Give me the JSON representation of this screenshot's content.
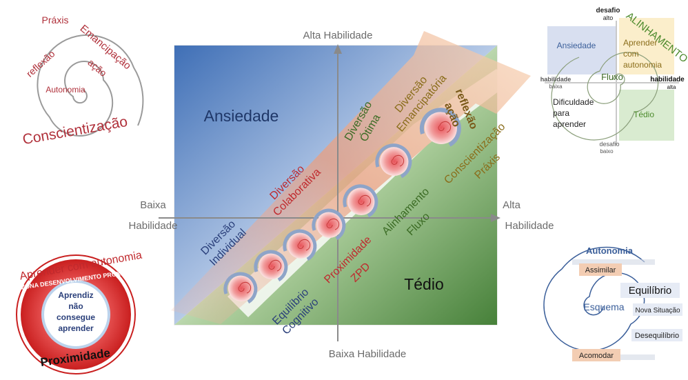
{
  "colors": {
    "anxiety_blue": "#3f6fb6",
    "boredom_green": "#3d7a2f",
    "dark_red": "#a52a2a",
    "dark_green": "#3b6b24",
    "navy": "#2a3f7a",
    "olive": "#8a6d1a",
    "gray_axis": "#8a8a8a"
  },
  "main": {
    "axis_top": "Alta Habilidade",
    "axis_bottom": "Baixa Habilidade",
    "axis_left_1": "Baixa",
    "axis_left_2": "Habilidade",
    "axis_right_1": "Alta",
    "axis_right_2": "Habilidade",
    "ansiedade": "Ansiedade",
    "tedio": "Tédio",
    "diversao_individual_1": "Diversão",
    "diversao_individual_2": "Individual",
    "diversao_colaborativa_1": "Diversão",
    "diversao_colaborativa_2": "Colaborativa",
    "diversao_otima_1": "Diversão",
    "diversao_otima_2": "Ótima",
    "diversao_emancipatoria_1": "Diversão",
    "diversao_emancipatoria_2": "Emancipatória",
    "reflexao": "reflexão",
    "acao": "ação",
    "equilibrio_1": "Equilíbrio",
    "equilibrio_2": "Cognitivo",
    "proximidade": "Proximidade",
    "zpd": "ZPD",
    "alinhamento": "Alinhamento",
    "fluxo": "Fluxo",
    "conscientizacao": "Conscientização",
    "praxis": "Práxis"
  },
  "top_left": {
    "praxis": "Práxis",
    "emancipacao": "Emancipação",
    "reflexao": "reflexão",
    "acao": "ação",
    "autonomia": "Autonomia",
    "conscientizacao": "Conscientização"
  },
  "top_right": {
    "desafio_alto_1": "desafio",
    "desafio_alto_2": "alto",
    "alinhamento": "ALINHAMENTO",
    "ansiedade": "Ansiedade",
    "aprender_1": "Aprender",
    "aprender_2": "com",
    "aprender_3": "autonomia",
    "habilidade_baixa_1": "habilidade",
    "habilidade_baixa_2": "baixa",
    "fluxo": "Fluxo",
    "habilidade_alta_1": "habilidade",
    "habilidade_alta_2": "alta",
    "dificuldade_1": "Dificuldade",
    "dificuldade_2": "para",
    "dificuldade_3": "aprender",
    "tedio": "Tédio",
    "desafio_baixo_1": "desafio",
    "desafio_baixo_2": "baixo"
  },
  "bottom_left": {
    "aprender": "Aprender com autonomia",
    "zona": "ZONA DESENVOLVIMENTO PROXIMAL",
    "inner_1": "Aprendiz",
    "inner_2": "não",
    "inner_3": "consegue",
    "inner_4": "aprender",
    "proximidade": "Proximidade"
  },
  "bottom_right": {
    "autonomia": "Autonomia",
    "assimilar": "Assimilar",
    "equilibrio": "Equilíbrio",
    "esquema": "Esquema",
    "nova_situacao": "Nova Situação",
    "desequilibrio": "Desequilíbrio",
    "acomodar": "Acomodar"
  }
}
